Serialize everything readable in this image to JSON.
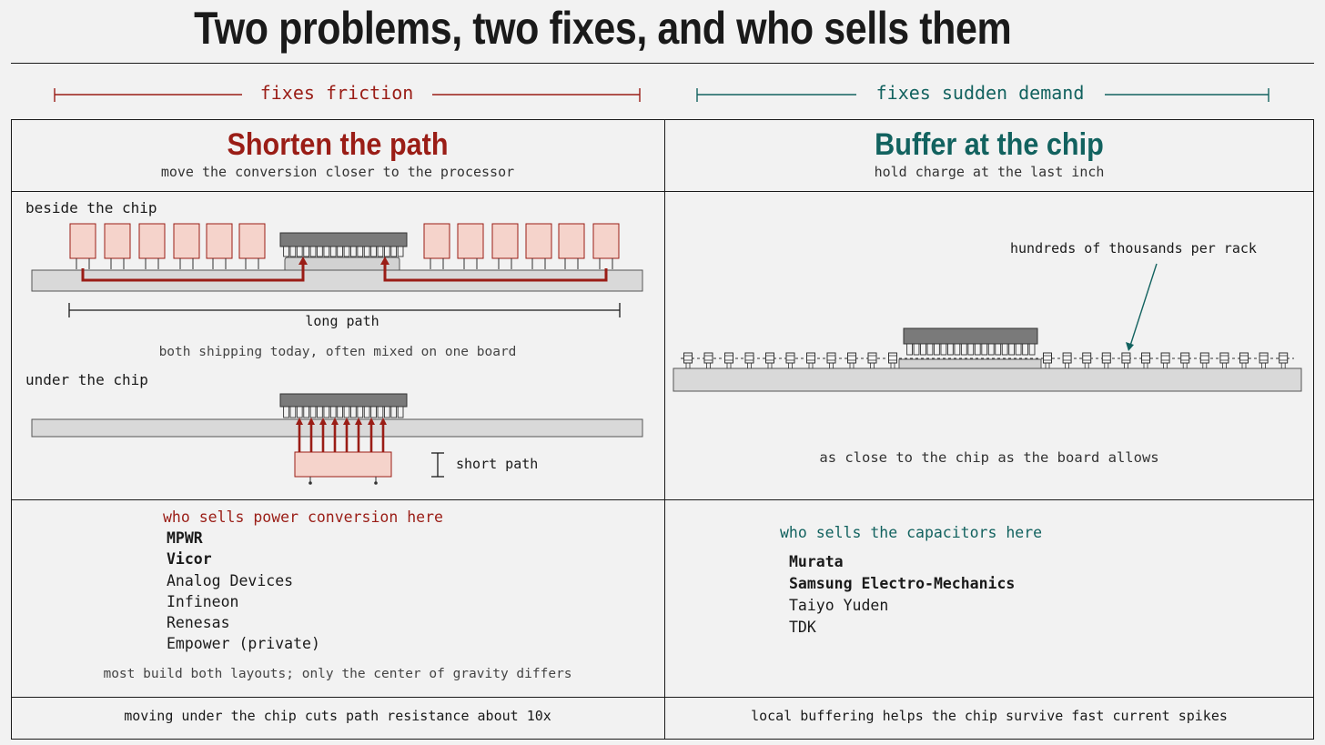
{
  "title": "Two problems, two fixes, and who sells them",
  "colors": {
    "red": "#9a1d16",
    "teal": "#12625f",
    "ink": "#1a1a1a",
    "board": "#d9d9d9",
    "module_fill": "#f5d3cb"
  },
  "left": {
    "bracket_label": "fixes friction",
    "heading": "Shorten the path",
    "subheading": "move the conversion closer to the processor",
    "beside_label": "beside the chip",
    "long_path_label": "long path",
    "mixed_note": "both shipping today, often mixed on one board",
    "under_label": "under the chip",
    "short_path_label": "short path",
    "vendors_heading": "who sells power conversion here",
    "vendors": [
      {
        "name": "MPWR",
        "bold": true
      },
      {
        "name": "Vicor",
        "bold": true
      },
      {
        "name": "Analog Devices",
        "bold": false
      },
      {
        "name": "Infineon",
        "bold": false
      },
      {
        "name": "Renesas",
        "bold": false
      },
      {
        "name": "Empower (private)",
        "bold": false
      }
    ],
    "vendors_note": "most build both layouts; only the center of gravity differs",
    "footer": "moving under the chip cuts path resistance about 10x"
  },
  "right": {
    "bracket_label": "fixes sudden demand",
    "heading": "Buffer at the chip",
    "subheading": "hold charge at the last inch",
    "callout": "hundreds of thousands per rack",
    "close_note": "as close to the chip as the board allows",
    "vendors_heading": "who sells the capacitors here",
    "vendors": [
      {
        "name": "Murata",
        "bold": true
      },
      {
        "name": "Samsung Electro-Mechanics",
        "bold": true
      },
      {
        "name": "Taiyo Yuden",
        "bold": false
      },
      {
        "name": "TDK",
        "bold": false
      }
    ],
    "footer": "local buffering helps the chip survive fast current spikes"
  }
}
